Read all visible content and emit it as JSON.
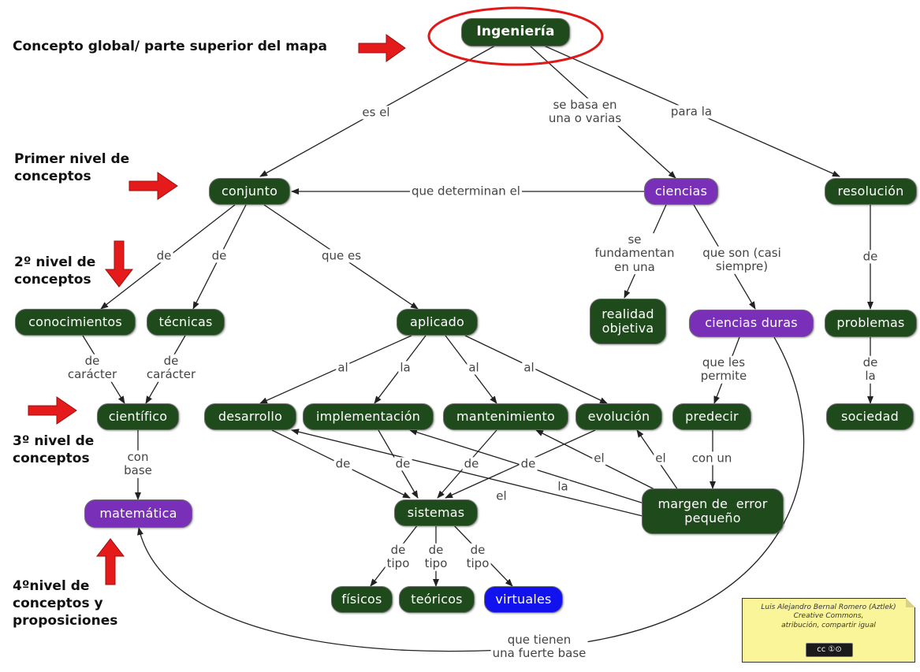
{
  "nodes": {
    "ingenieria": "Ingeniería",
    "conjunto": "conjunto",
    "ciencias": "ciencias",
    "resolucion": "resolución",
    "conocimientos": "conocimientos",
    "tecnicas": "técnicas",
    "aplicado": "aplicado",
    "realidad": "realidad\nobjetiva",
    "ciencias_duras": "ciencias duras",
    "problemas": "problemas",
    "cientifico": "científico",
    "desarrollo": "desarrollo",
    "implementacion": "implementación",
    "mantenimiento": "mantenimiento",
    "evolucion": "evolución",
    "predecir": "predecir",
    "sociedad": "sociedad",
    "matematica": "matemática",
    "sistemas": "sistemas",
    "margen": "margen de  error\npequeño",
    "fisicos": "físicos",
    "teoricos": "teóricos",
    "virtuales": "virtuales"
  },
  "links": {
    "es_el": "es el",
    "se_basa": "se basa en\nuna o varias",
    "para_la": "para la",
    "que_determinan": "que determinan el",
    "de_conocimientos": "de",
    "de_tecnicas": "de",
    "que_es": "que es",
    "se_fundamentan": "se\nfundamentan\nen una",
    "que_son": "que son (casi\nsiempre)",
    "de_resolucion": "de",
    "caracter_1": "de\ncarácter",
    "caracter_2": "de\ncarácter",
    "al_1": "al",
    "la_1": "la",
    "al_2": "al",
    "al_3": "al",
    "que_les": "que les\npermite",
    "de_la": "de\nla",
    "con_base": "con\nbase",
    "con_un": "con un",
    "de_sis_1": "de",
    "de_sis_2": "de",
    "de_sis_3": "de",
    "de_sis_4": "de",
    "el_1": "el",
    "el_2": "el",
    "la_2": "la",
    "el_3": "el",
    "tipo_1": "de\ntipo",
    "tipo_2": "de\ntipo",
    "tipo_3": "de\ntipo",
    "que_tienen": "que tienen\nuna fuerte base"
  },
  "annotations": {
    "global": "Concepto global/ parte superior del mapa",
    "primer": "Primer nivel de\nconceptos",
    "segundo": "2º nivel de\nconceptos",
    "tercero": "3º nivel de\nconceptos",
    "cuarto": "4ºnivel de\nconceptos y\nproposiciones"
  },
  "credit": {
    "text": "Luis Alejandro Bernal Romero (Aztlek)\nCreative Commons,\natribución, compartir igual",
    "badge": "cc ①⊙"
  },
  "colors": {
    "concept_green": "#1f4a1c",
    "concept_purple": "#7a2fb8",
    "concept_blue": "#1212ee",
    "highlight_red": "#e01818",
    "arrow_red": "#e51a1a"
  }
}
